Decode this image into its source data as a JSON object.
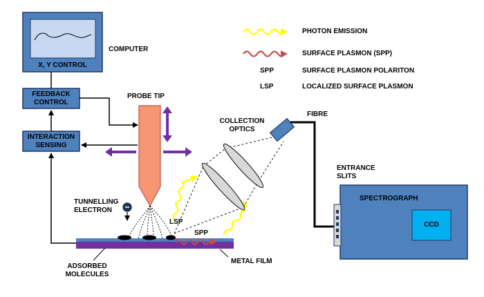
{
  "legend": {
    "photon_emission": "PHOTON EMISSION",
    "surface_plasmon": "SURFACE PLASMON (SPP)",
    "spp_abbr": "SPP",
    "spp_full": "SURFACE PLASMON POLARITON",
    "lsp_abbr": "LSP",
    "lsp_full": "LOCALIZED SURFACE PLASMON"
  },
  "labels": {
    "computer": "COMPUTER",
    "xy_control": "X, Y CONTROL",
    "feedback_line1": "FEEDBACK",
    "feedback_line2": "CONTROL",
    "interaction_line1": "INTERACTION",
    "interaction_line2": "SENSING",
    "probe_tip": "PROBE TIP",
    "collection_line1": "COLLECTION",
    "collection_line2": "OPTICS",
    "fibre": "FIBRE",
    "entrance_line1": "ENTRANCE",
    "entrance_line2": "SLITS",
    "spectrograph": "SPECTROGRAPH",
    "ccd": "CCD",
    "tunnelling_line1": "TUNNELLING",
    "tunnelling_line2": "ELECTRON",
    "lsp": "LSP",
    "spp": "SPP",
    "adsorbed_line1": "ADSORBED",
    "adsorbed_line2": "MOLECULES",
    "metal_film": "METAL FILM"
  },
  "colors": {
    "box_blue": "#4f81bd",
    "box_border": "#1f3864",
    "screen_blue": "#c6d9f1",
    "ccd_blue": "#00b0f0",
    "probe_orange": "#f79673",
    "probe_border": "#c0504d",
    "arrow_purple": "#7030a0",
    "film_purple": "#7030a0",
    "film_top_blue": "#4f81bd",
    "photon_yellow": "#ffff00",
    "plasmon_red": "#c0504d",
    "lens_gray": "#d9d9d9",
    "slit_blue": "#1f3864"
  }
}
